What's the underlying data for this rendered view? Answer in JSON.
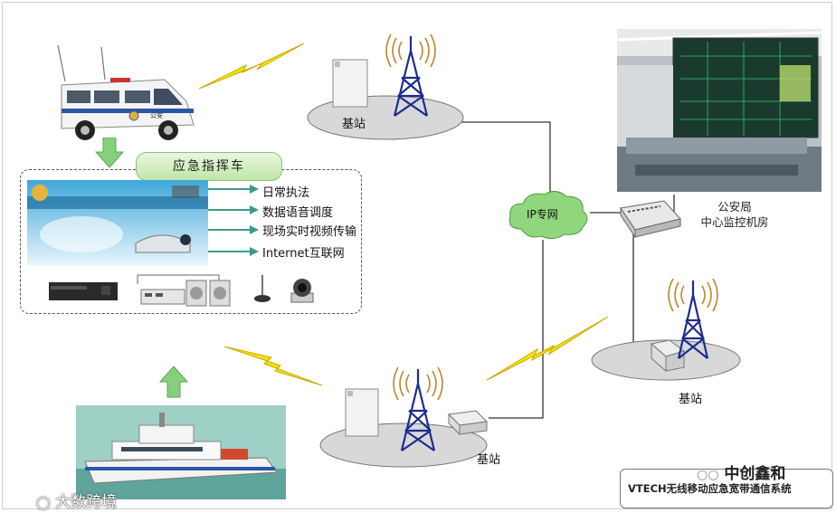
{
  "command_vehicle": {
    "label": "应急指挥车",
    "van_text": "公安",
    "features": [
      "日常执法",
      "数据语音调度",
      "现场实时视频传输",
      "Internet互联网"
    ]
  },
  "network": {
    "cloud_label": "IP专网"
  },
  "base_station_top": {
    "label": "基站"
  },
  "base_station_bottom": {
    "label": "基站"
  },
  "base_station_right": {
    "label": "基站"
  },
  "control_center": {
    "line1": "公安局",
    "line2": "中心监控机房"
  },
  "caption": "VTECH无线移动应急宽带通信系统",
  "watermarks": {
    "right": "中创鑫和",
    "left": "大数跨境"
  },
  "colors": {
    "lightning": "#f5e400",
    "tower": "#1d2c8e",
    "arrow_green": "#3c9a8a",
    "cmd_label_bg": "#cde9b9",
    "link_line": "#333333"
  }
}
